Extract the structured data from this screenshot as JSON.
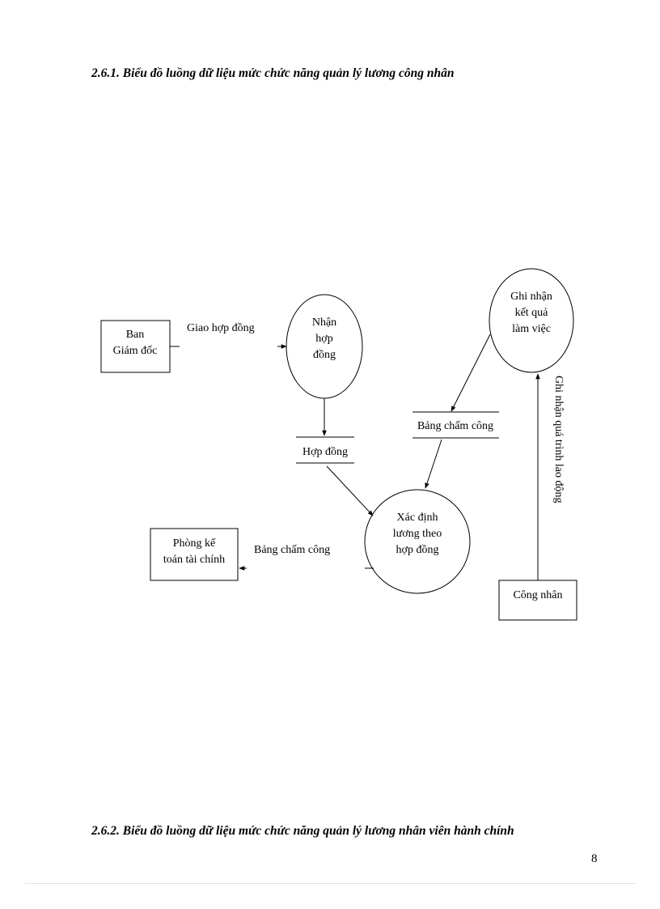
{
  "headings": {
    "h1": "2.6.1. Biểu đồ luồng dữ liệu mức chức năng quản lý lương công nhân",
    "h2": "2.6.2. Biểu đồ luồng dữ liệu mức chức năng quản lý lương nhân viên hành chính"
  },
  "page_number": "8",
  "diagram": {
    "entities": {
      "ban_giam_doc": [
        "Ban",
        "Giám đốc"
      ],
      "phong_ke_toan": [
        "Phòng kế",
        "toán tài chính"
      ],
      "cong_nhan": [
        "Công nhân"
      ]
    },
    "processes": {
      "nhan_hop_dong": [
        "Nhận",
        "hợp",
        "đồng"
      ],
      "ghi_nhan_ket_qua": [
        "Ghi nhận",
        "kết quả",
        "làm việc"
      ],
      "xac_dinh_luong": [
        "Xác định",
        "lương theo",
        "hợp đồng"
      ]
    },
    "stores": {
      "hop_dong": "Hợp đồng",
      "bang_cham_cong": "Bảng chấm công"
    },
    "flows": {
      "giao_hop_dong": "Giao hợp đồng",
      "bang_cham_cong_out": "Bảng chấm công",
      "ghi_nhan_qua_trinh": "Ghi nhận quá trình lao động"
    }
  }
}
